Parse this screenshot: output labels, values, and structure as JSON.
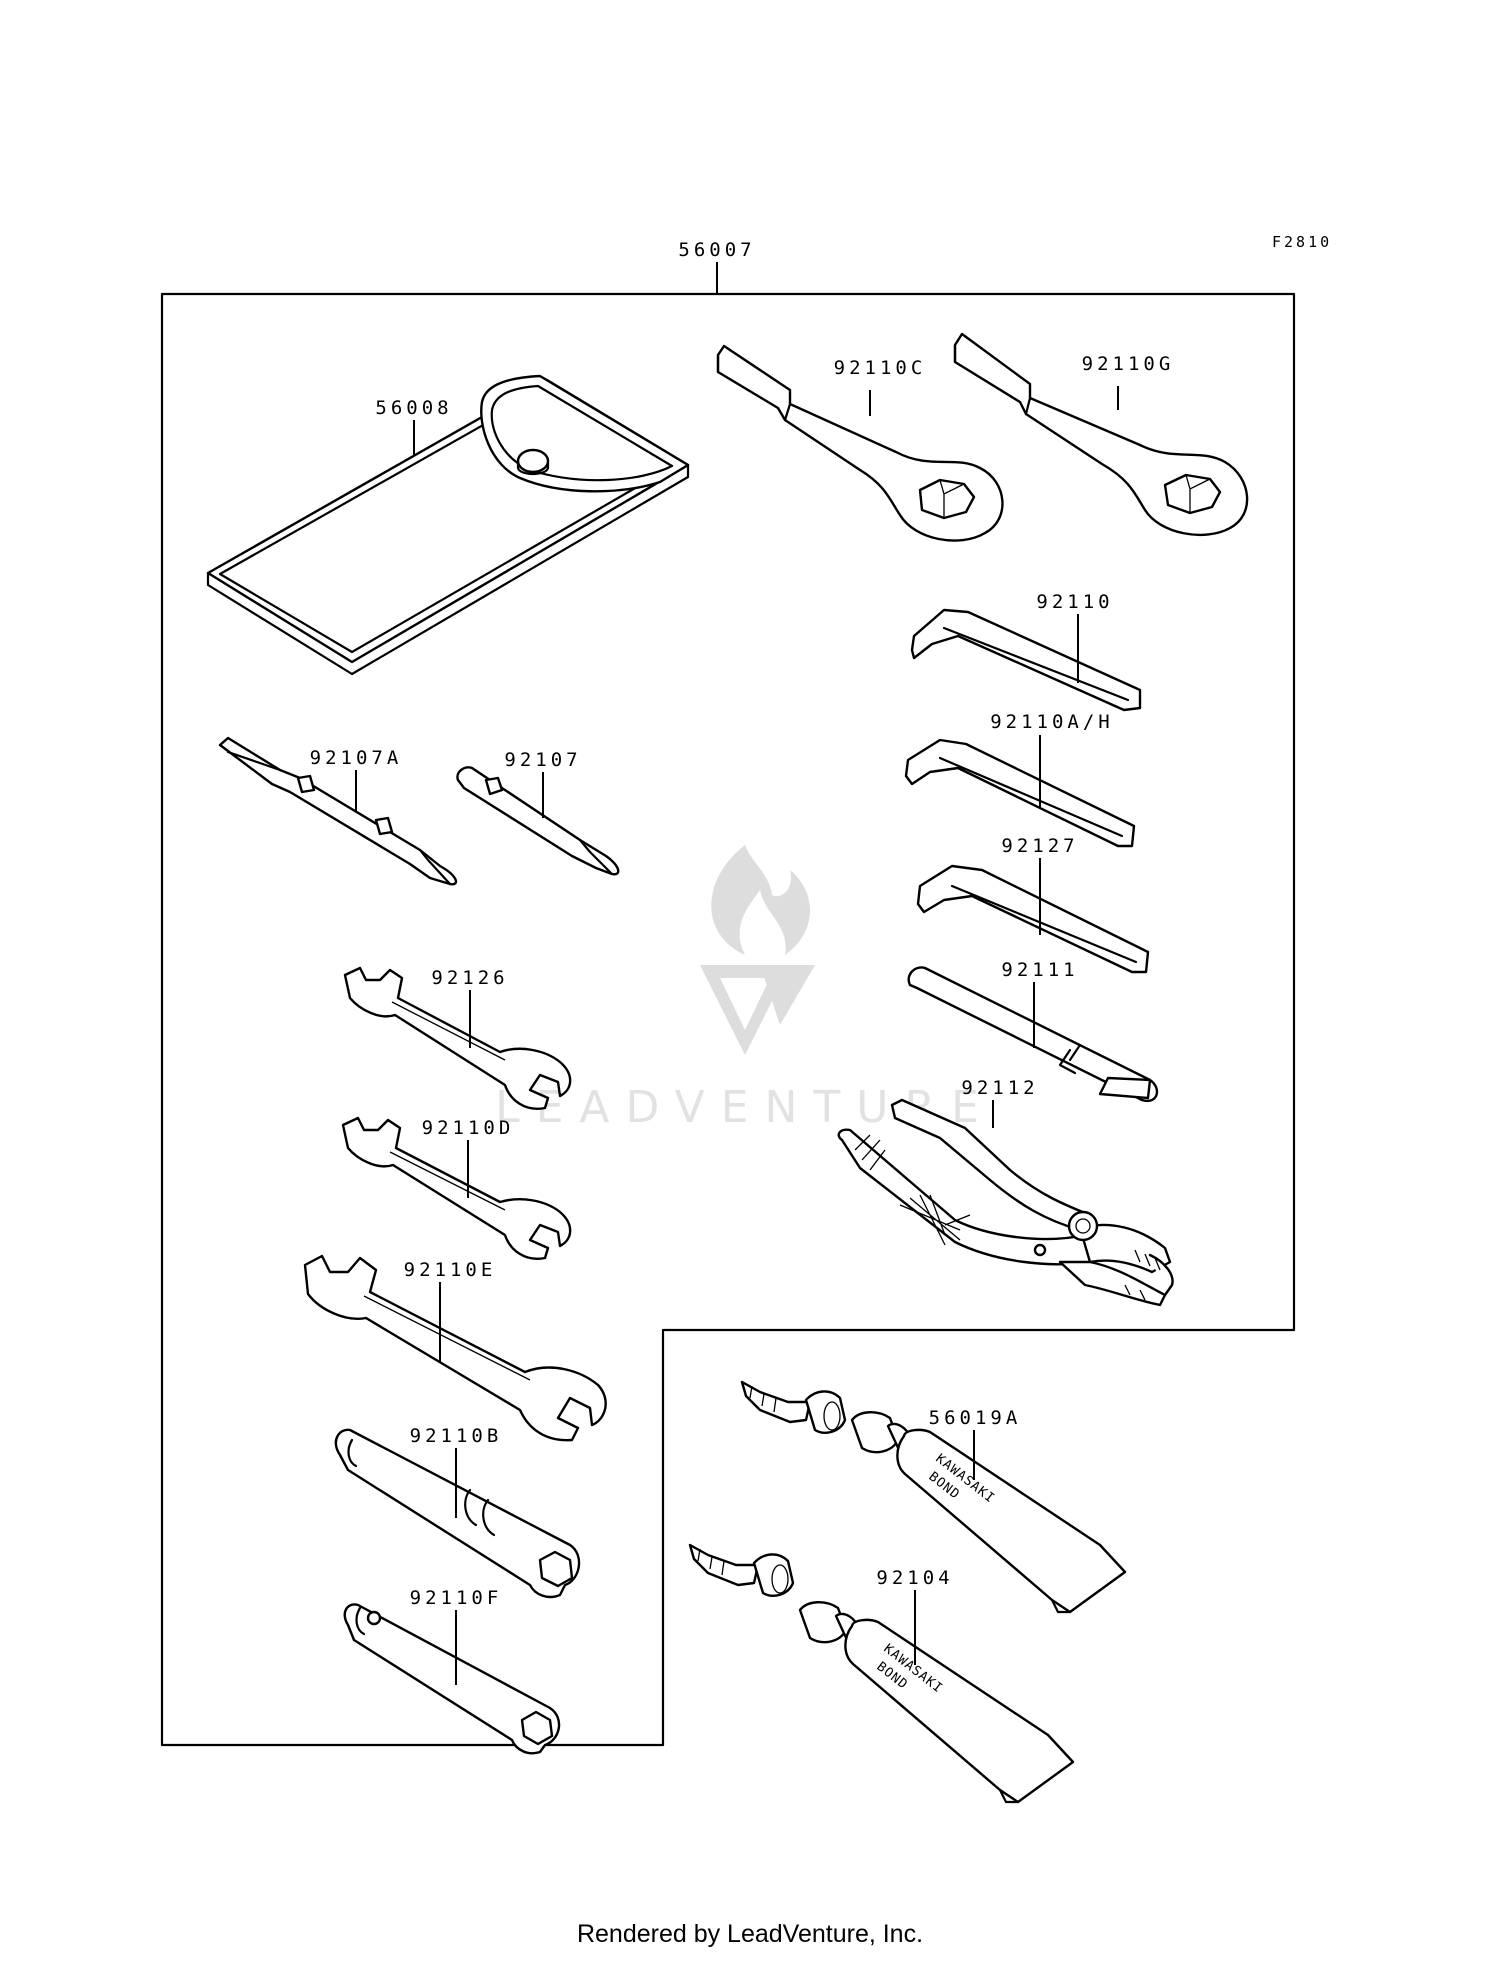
{
  "figure_code": "F2810",
  "watermark": "LEADVENTURE",
  "footer": "Rendered by LeadVenture, Inc.",
  "tube_text": [
    "KAWASAKI",
    "BOND"
  ],
  "parts": [
    {
      "id": "56007",
      "name": "part-56007"
    },
    {
      "id": "56008",
      "name": "part-56008"
    },
    {
      "id": "92110C",
      "name": "part-92110c"
    },
    {
      "id": "92110G",
      "name": "part-92110g"
    },
    {
      "id": "92110",
      "name": "part-92110"
    },
    {
      "id": "92110A/H",
      "name": "part-92110a-h"
    },
    {
      "id": "92127",
      "name": "part-92127"
    },
    {
      "id": "92111",
      "name": "part-92111"
    },
    {
      "id": "92112",
      "name": "part-92112"
    },
    {
      "id": "92107A",
      "name": "part-92107a"
    },
    {
      "id": "92107",
      "name": "part-92107"
    },
    {
      "id": "92126",
      "name": "part-92126"
    },
    {
      "id": "92110D",
      "name": "part-92110d"
    },
    {
      "id": "92110E",
      "name": "part-92110e"
    },
    {
      "id": "92110B",
      "name": "part-92110b"
    },
    {
      "id": "92110F",
      "name": "part-92110f"
    },
    {
      "id": "56019A",
      "name": "part-56019a"
    },
    {
      "id": "92104",
      "name": "part-92104"
    }
  ]
}
